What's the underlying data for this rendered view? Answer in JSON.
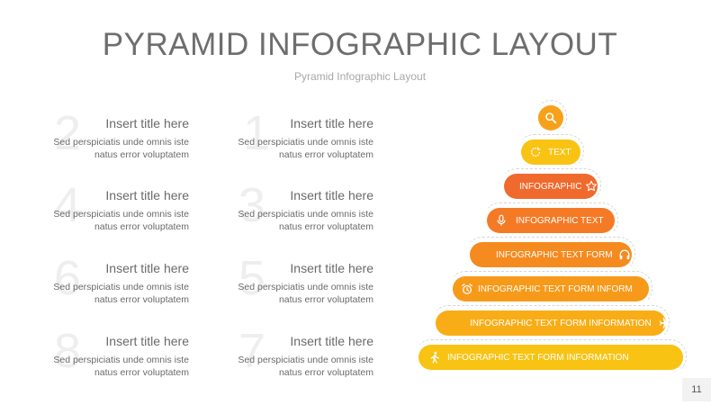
{
  "header": {
    "title": "PYRAMID INFOGRAPHIC LAYOUT",
    "subtitle": "Pyramid Infographic Layout"
  },
  "items": [
    {
      "number": "2",
      "title": "Insert title here",
      "desc": "Sed perspiciatis unde omnis iste natus error voluptatem"
    },
    {
      "number": "1",
      "title": "Insert title here",
      "desc": "Sed perspiciatis unde omnis iste natus error voluptatem"
    },
    {
      "number": "4",
      "title": "Insert title here",
      "desc": "Sed perspiciatis unde omnis iste natus error voluptatem"
    },
    {
      "number": "3",
      "title": "Insert title here",
      "desc": "Sed perspiciatis unde omnis iste natus error voluptatem"
    },
    {
      "number": "6",
      "title": "Insert title here",
      "desc": "Sed perspiciatis unde omnis iste natus error voluptatem"
    },
    {
      "number": "5",
      "title": "Insert title here",
      "desc": "Sed perspiciatis unde omnis iste natus error voluptatem"
    },
    {
      "number": "8",
      "title": "Insert title here",
      "desc": "Sed perspiciatis unde omnis iste natus error voluptatem"
    },
    {
      "number": "7",
      "title": "Insert title here",
      "desc": "Sed perspiciatis unde omnis iste natus error voluptatem"
    }
  ],
  "pyramid": [
    {
      "label": "",
      "icon": "search-icon",
      "color": "#f7a11a"
    },
    {
      "label": "TEXT",
      "icon": "refresh-icon",
      "color": "#f9c313"
    },
    {
      "label": "INFOGRAPHIC",
      "icon": "star-icon",
      "color": "#f06a2d"
    },
    {
      "label": "INFOGRAPHIC TEXT",
      "icon": "microphone-icon",
      "color": "#f47a26"
    },
    {
      "label": "INFOGRAPHIC TEXT FORM",
      "icon": "headphones-icon",
      "color": "#f58a1f"
    },
    {
      "label": "INFOGRAPHIC TEXT FORM INFORM",
      "icon": "alarm-clock-icon",
      "color": "#f79a1a"
    },
    {
      "label": "INFOGRAPHIC TEXT FORM INFORMATION",
      "icon": "airplane-icon",
      "color": "#f8ad16"
    },
    {
      "label": "INFOGRAPHIC TEXT FORM INFORMATION",
      "icon": "walking-person-icon",
      "color": "#f9c313"
    }
  ],
  "page_number": "11"
}
